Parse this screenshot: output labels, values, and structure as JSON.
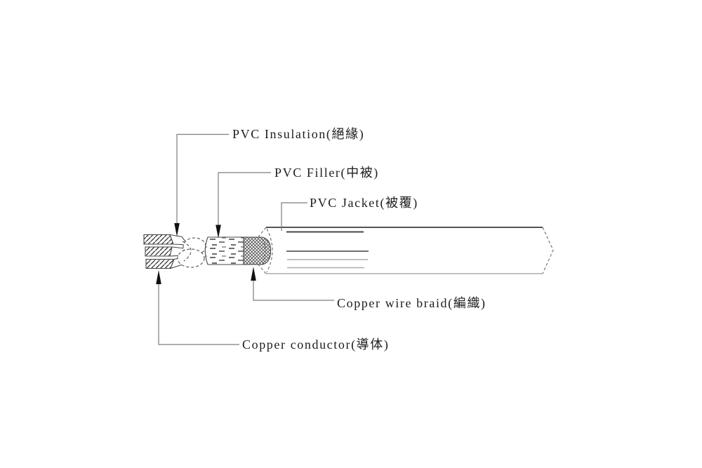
{
  "diagram": {
    "type": "cable-construction-diagram",
    "labels": {
      "insulation": "PVC Insulation(絕緣)",
      "filler": "PVC Filler(中被)",
      "jacket": "PVC Jacket(被覆)",
      "braid": "Copper wire braid(編織)",
      "conductor": "Copper conductor(導体)"
    },
    "colors": {
      "background": "#ffffff",
      "text": "#1d1d1d",
      "leader_line": "#7d7d7d",
      "arrow": "#111111",
      "outline_dark": "#3d3d3d",
      "outline_mid": "#555555",
      "outline_light": "#9c9c9c"
    }
  }
}
